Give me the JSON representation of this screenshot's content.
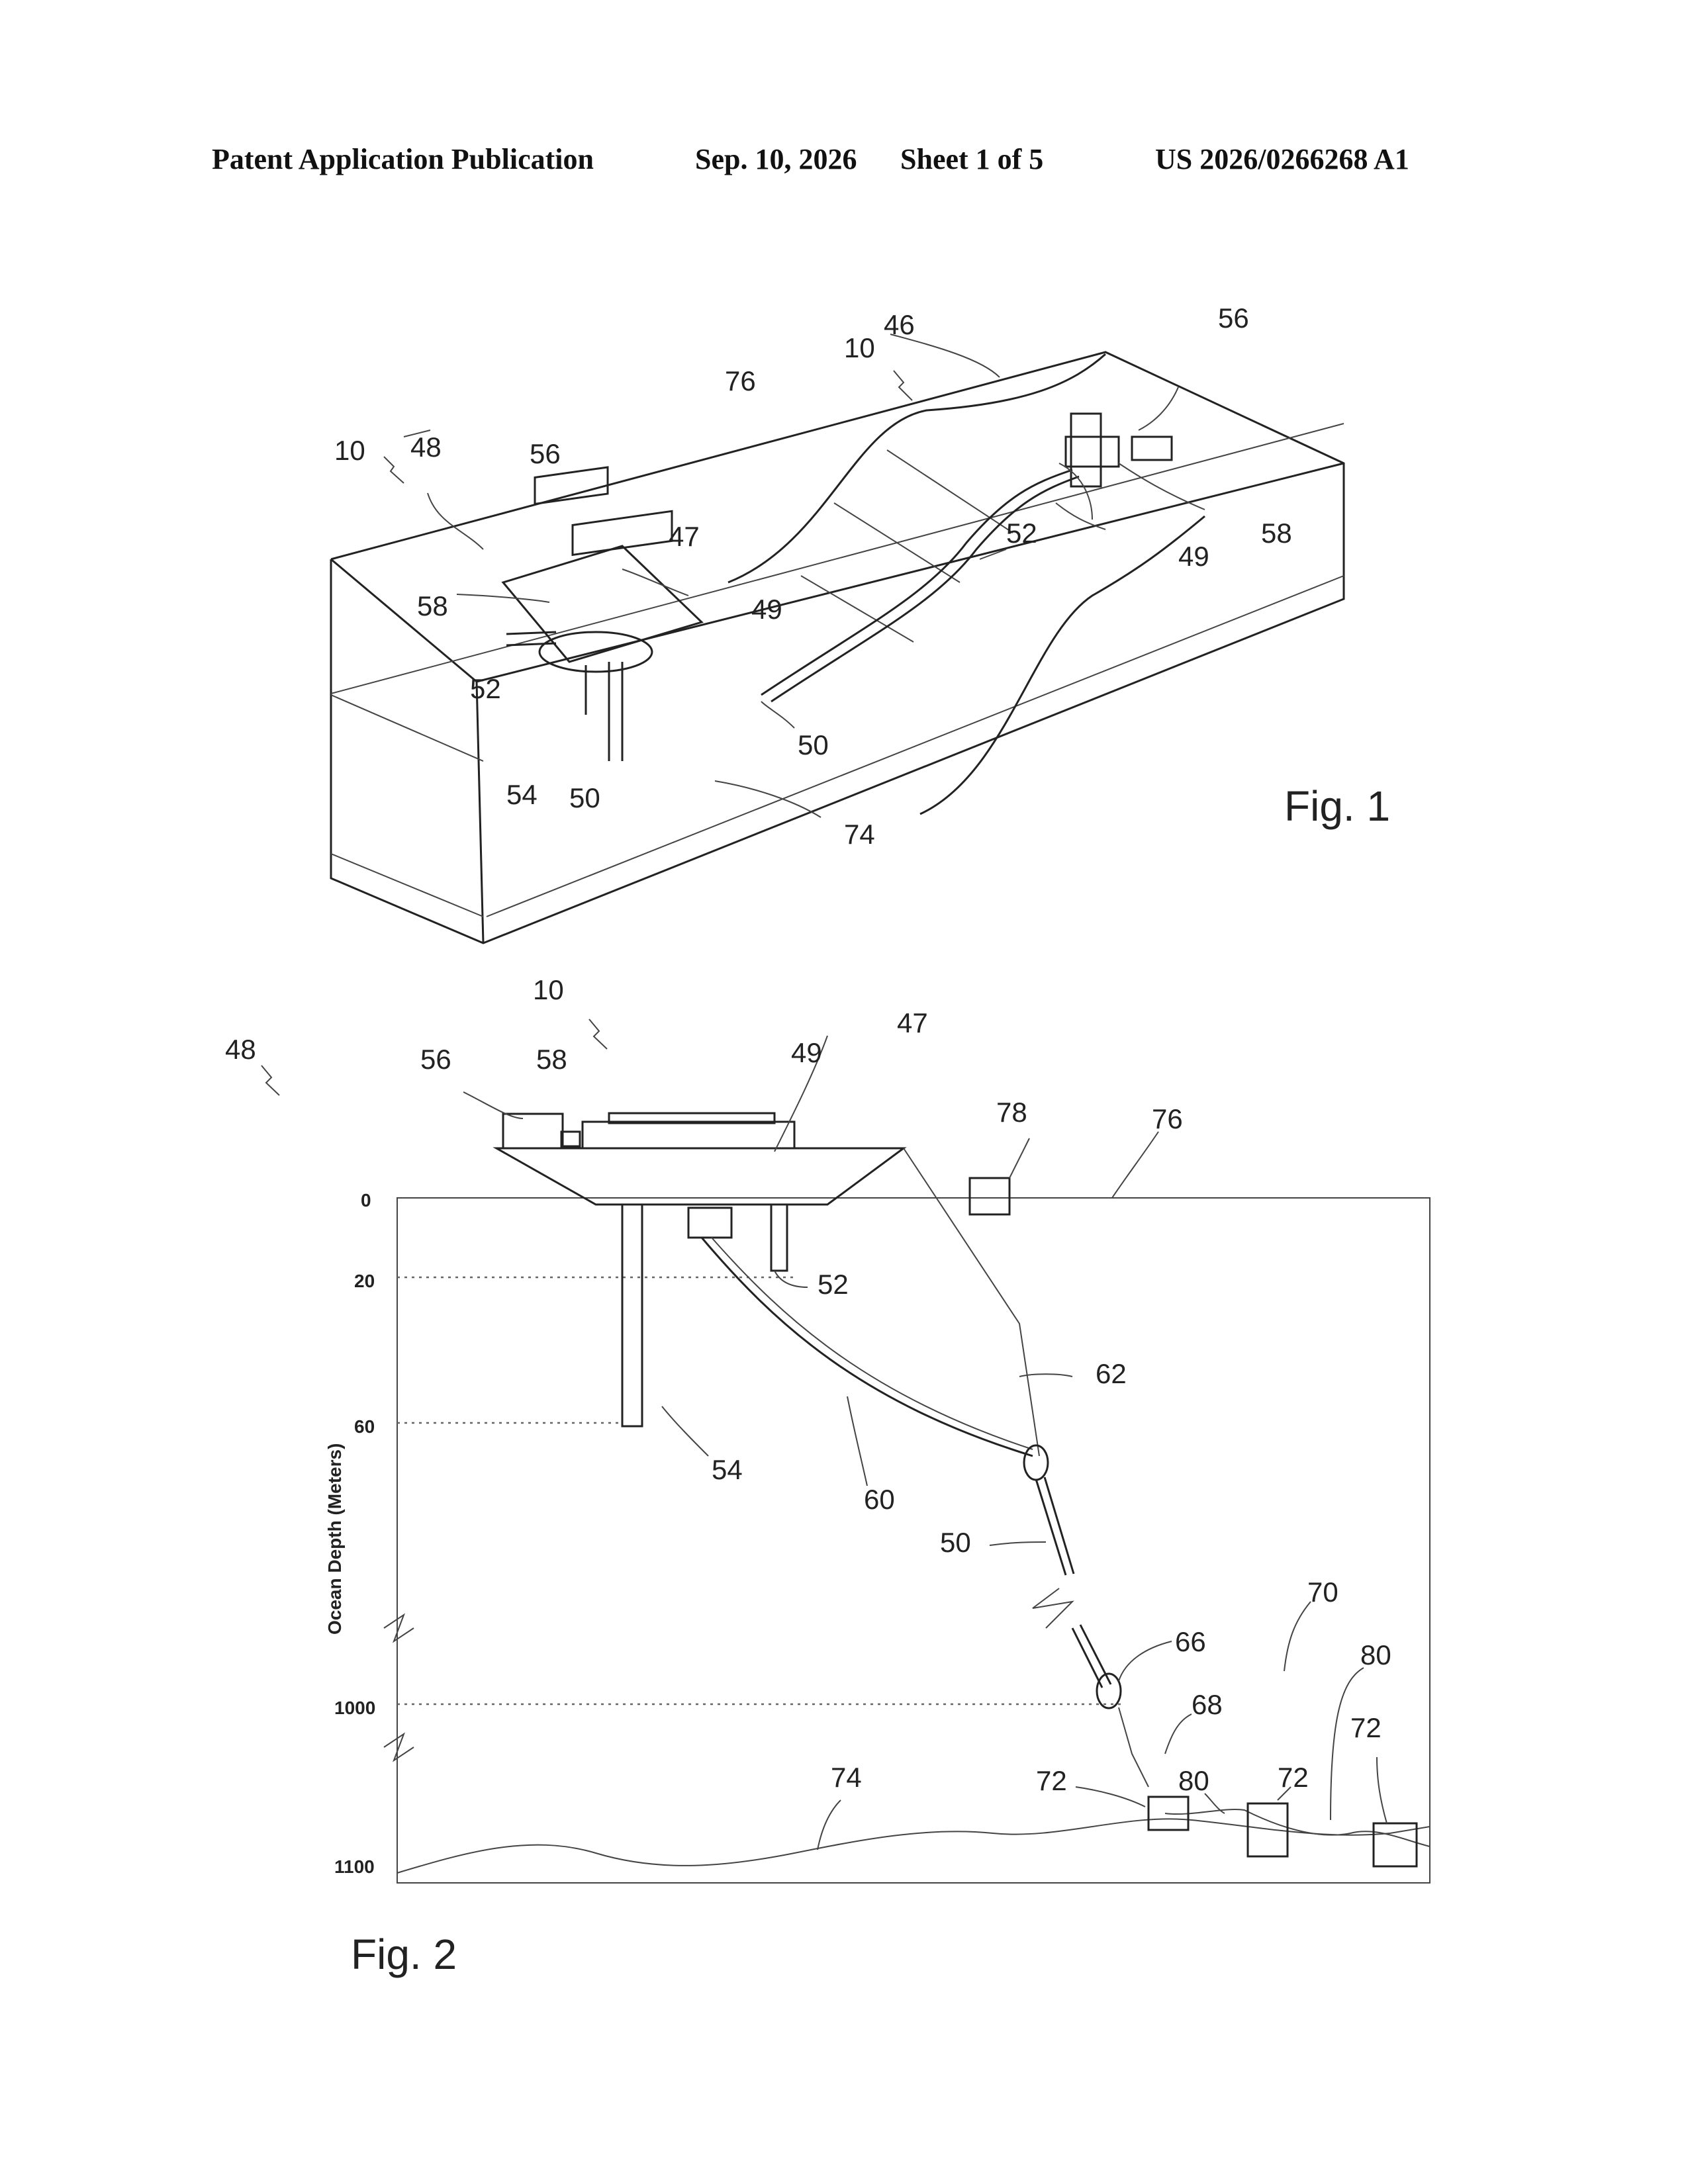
{
  "header": {
    "left": "Patent Application Publication",
    "date": "Sep. 10, 2026",
    "sheet": "Sheet 1 of 5",
    "number": "US 2026/0266268 A1"
  },
  "fig1": {
    "caption": "Fig. 1",
    "refs": {
      "r10a": "10",
      "r48": "48",
      "r56a": "56",
      "r47": "47",
      "r58a": "58",
      "r49a": "49",
      "r52a": "52",
      "r54": "54",
      "r50a": "50",
      "r50b": "50",
      "r74": "74",
      "r76": "76",
      "r10b": "10",
      "r46": "46",
      "r56b": "56",
      "r52b": "52",
      "r49b": "49",
      "r58b": "58"
    }
  },
  "fig2": {
    "caption": "Fig. 2",
    "axis_label": "Ocean Depth (Meters)",
    "depth_ticks": [
      "0",
      "20",
      "60",
      "1000",
      "1100"
    ],
    "refs": {
      "r10": "10",
      "r48": "48",
      "r56": "56",
      "r58": "58",
      "r49": "49",
      "r47": "47",
      "r78": "78",
      "r76": "76",
      "r52": "52",
      "r62": "62",
      "r54": "54",
      "r60": "60",
      "r50": "50",
      "r66": "66",
      "r70": "70",
      "r80a": "80",
      "r72a": "72",
      "r68": "68",
      "r80b": "80",
      "r72b": "72",
      "r72c": "72",
      "r74": "74"
    }
  }
}
